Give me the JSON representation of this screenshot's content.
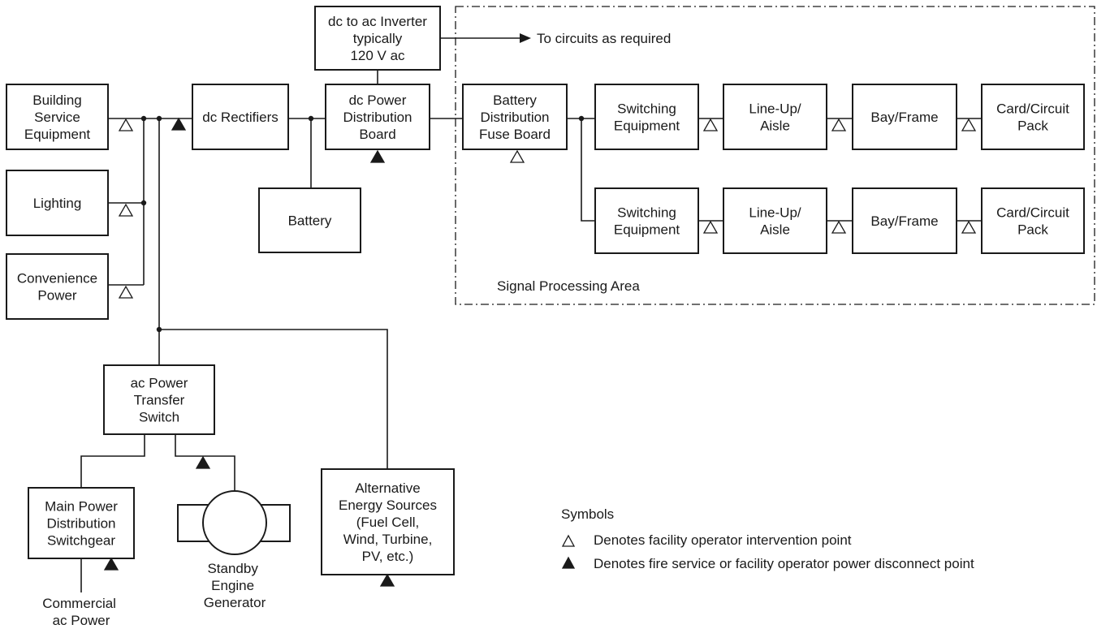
{
  "nodes": {
    "building_service": [
      "Building",
      "Service",
      "Equipment"
    ],
    "lighting": [
      "Lighting"
    ],
    "convenience_power": [
      "Convenience",
      "Power"
    ],
    "dc_rectifiers": [
      "dc Rectifiers"
    ],
    "battery": [
      "Battery"
    ],
    "dc_power_board": [
      "dc Power",
      "Distribution",
      "Board"
    ],
    "inverter": [
      "dc to ac Inverter",
      "typically",
      "120 V ac"
    ],
    "fuse_board": [
      "Battery",
      "Distribution",
      "Fuse Board"
    ],
    "switching_1": [
      "Switching",
      "Equipment"
    ],
    "lineup_1": [
      "Line-Up/",
      "Aisle"
    ],
    "bay_1": [
      "Bay/Frame"
    ],
    "card_1": [
      "Card/Circuit",
      "Pack"
    ],
    "switching_2": [
      "Switching",
      "Equipment"
    ],
    "lineup_2": [
      "Line-Up/",
      "Aisle"
    ],
    "bay_2": [
      "Bay/Frame"
    ],
    "card_2": [
      "Card/Circuit",
      "Pack"
    ],
    "transfer_switch": [
      "ac Power",
      "Transfer",
      "Switch"
    ],
    "main_switchgear": [
      "Main Power",
      "Distribution",
      "Switchgear"
    ],
    "alt_sources": [
      "Alternative",
      "Energy Sources",
      "(Fuel Cell,",
      "Wind, Turbine,",
      "PV, etc.)"
    ]
  },
  "labels": {
    "to_circuits": "To circuits as required",
    "signal_area": "Signal Processing Area",
    "standby_generator": [
      "Standby",
      "Engine",
      "Generator"
    ],
    "commercial_power": [
      "Commercial",
      "ac Power"
    ]
  },
  "legend": {
    "title": "Symbols",
    "open_symbol": "Denotes facility operator intervention point",
    "solid_symbol": "Denotes fire service or facility operator power disconnect point"
  }
}
